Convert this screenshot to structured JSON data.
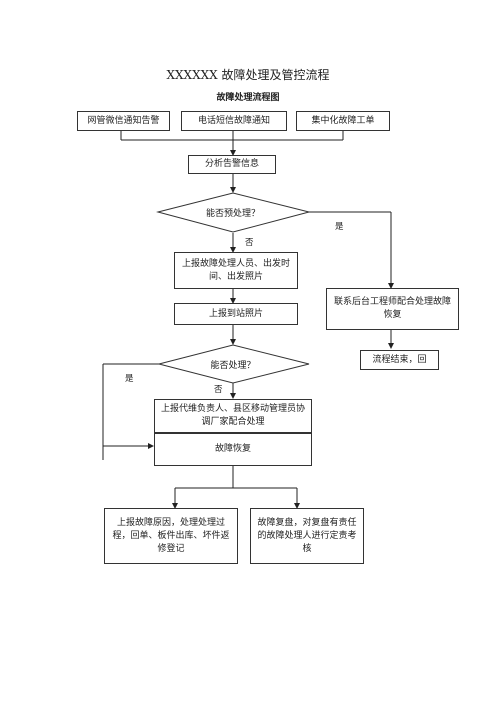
{
  "title": "XXXXXX 故障处理及管控流程",
  "subtitle": "故障处理流程图",
  "nodes": {
    "src1": "网管微信通知告警",
    "src2": "电话短信故障通知",
    "src3": "集中化故障工单",
    "analyze": "分析告警信息",
    "decision1": "能否预处理？",
    "report_staff": "上报故障处理人员、出发时间、出发照片",
    "report_site": "上报到站照片",
    "decision2": "能否处理？",
    "escalate": "上报代维负责人、县区移动管理员协调厂家配合处理",
    "recover": "故障恢复",
    "final1": "上报故障原因，处理处理过程，回单、板件出库、坏件返修登记",
    "final2": "故障复盘，对复盘有责任的故障处理人进行定责考核",
    "backend": "联系后台工程师配合处理故障恢复",
    "end": "流程结束，回"
  },
  "labels": {
    "d1_yes": "是",
    "d1_no": "否",
    "d2_yes": "是",
    "d2_no": "否"
  }
}
